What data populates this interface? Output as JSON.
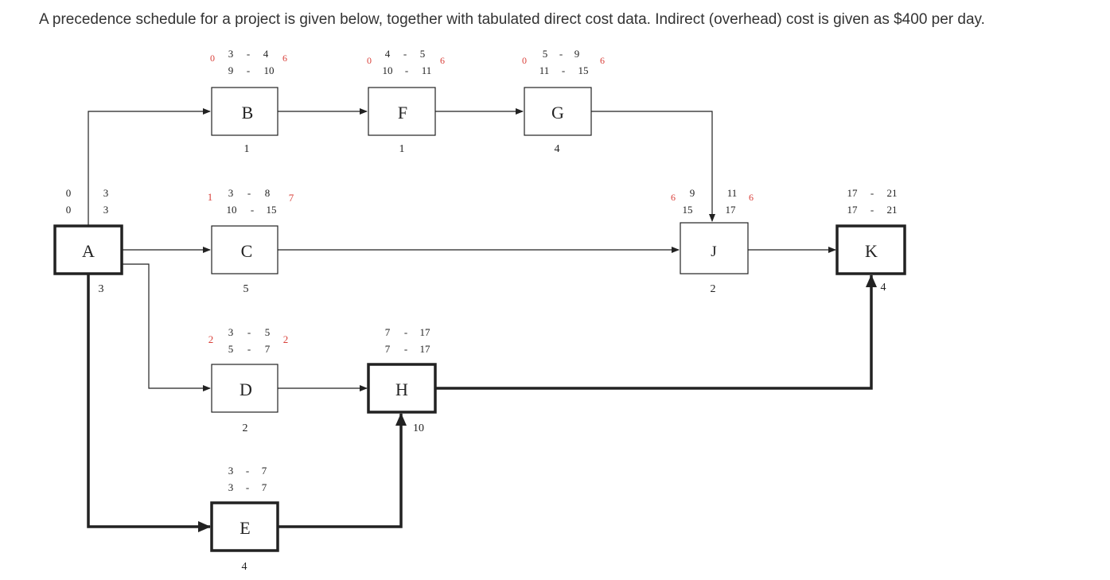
{
  "intro": "A precedence schedule for a project is given below, together with tabulated direct cost data. Indirect (overhead) cost is given as $400 per day.",
  "colors": {
    "float": "#d9403a",
    "line": "#222222"
  },
  "nodes": {
    "A": {
      "label": "A",
      "duration": "3",
      "es": "0",
      "ef": "3",
      "ls": "0",
      "lf": "3"
    },
    "B": {
      "label": "B",
      "duration": "1",
      "es": "3",
      "ef": "4",
      "ls": "9",
      "lf": "10",
      "ff": "0",
      "tf": "6"
    },
    "F": {
      "label": "F",
      "duration": "1",
      "es": "4",
      "ef": "5",
      "ls": "10",
      "lf": "11",
      "ff": "0",
      "tf": "6"
    },
    "G": {
      "label": "G",
      "duration": "4",
      "es": "5",
      "ef": "9",
      "ls": "11",
      "lf": "15",
      "ff": "0",
      "tf": "6"
    },
    "C": {
      "label": "C",
      "duration": "5",
      "es": "3",
      "ef": "8",
      "ls": "10",
      "lf": "15",
      "ff": "1",
      "tf": "7"
    },
    "J": {
      "label": "J",
      "duration": "2",
      "es": "9",
      "ef": "11",
      "ls": "15",
      "lf": "17",
      "ff": "6",
      "tf": "6"
    },
    "K": {
      "label": "K",
      "duration": "4",
      "es": "17",
      "ef": "21",
      "ls": "17",
      "lf": "21"
    },
    "D": {
      "label": "D",
      "duration": "2",
      "es": "3",
      "ef": "5",
      "ls": "5",
      "lf": "7",
      "ff": "2",
      "tf": "2"
    },
    "H": {
      "label": "H",
      "duration": "10",
      "es": "7",
      "ef": "17",
      "ls": "7",
      "lf": "17"
    },
    "E": {
      "label": "E",
      "duration": "4",
      "es": "3",
      "ef": "7",
      "ls": "3",
      "lf": "7"
    }
  },
  "dash": "-"
}
